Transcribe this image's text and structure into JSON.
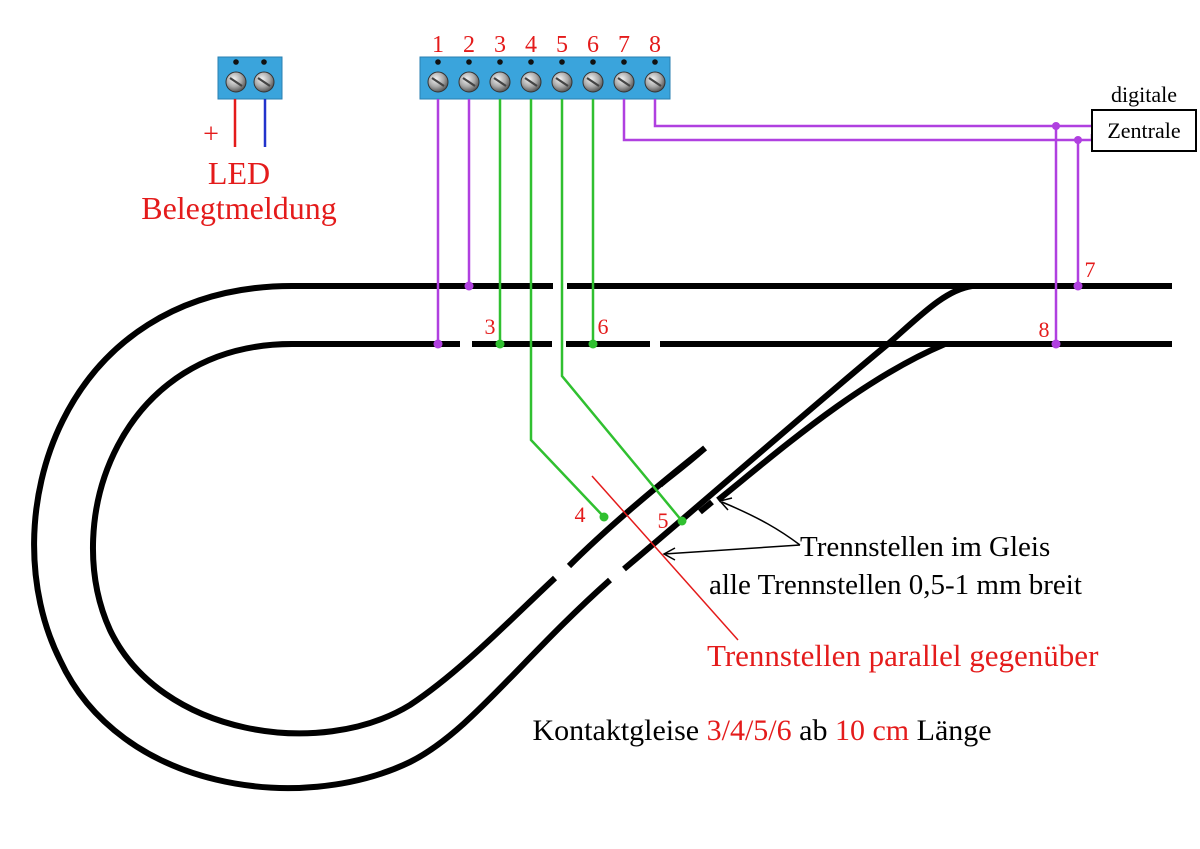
{
  "led_connector": {
    "plus_label": "+",
    "title_line1": "LED",
    "title_line2": "Belegtmeldung"
  },
  "main_connector": {
    "terminal_numbers": [
      "1",
      "2",
      "3",
      "4",
      "5",
      "6",
      "7",
      "8"
    ]
  },
  "central_unit": {
    "label_top": "digitale",
    "label_box": "Zentrale"
  },
  "contact_labels": {
    "c3": "3",
    "c4": "4",
    "c5": "5",
    "c6": "6",
    "c7": "7",
    "c8": "8"
  },
  "annotations": {
    "gaps_line1": "Trennstellen im Gleis",
    "gaps_line2": "alle Trennstellen 0,5-1 mm breit",
    "parallel": "Trennstellen parallel gegenüber",
    "footer_part1": "Kontaktgleise ",
    "footer_tracks": "3/4/5/6",
    "footer_part2": " ab ",
    "footer_length": "10 cm",
    "footer_part3": " Länge"
  },
  "colors": {
    "rail": "#000000",
    "purple_wire": "#b040e0",
    "green_wire": "#30c030",
    "terminal_block": "#3aa4dc",
    "red_text": "#e41b1b",
    "plus_wire": "#e41b1b",
    "minus_wire": "#2233cc"
  }
}
